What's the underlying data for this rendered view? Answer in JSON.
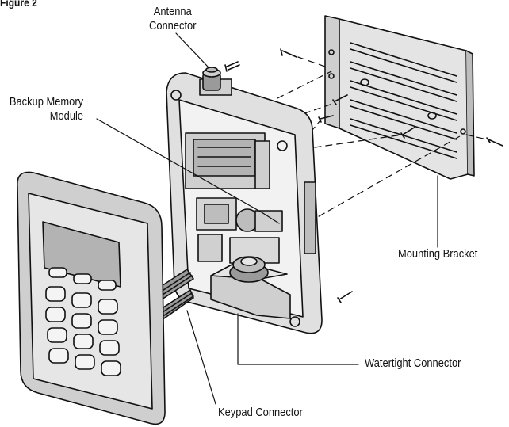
{
  "figure_label": "Figure 2",
  "labels": {
    "antenna_line1": "Antenna",
    "antenna_line2": "Connector",
    "backup_line1": "Backup Memory",
    "backup_line2": "Module",
    "mounting_bracket": "Mounting Bracket",
    "watertight_connector": "Watertight Connector",
    "keypad_connector": "Keypad Connector"
  },
  "colors": {
    "ink": "#111111",
    "fill_light": "#e6e6e6",
    "fill_mid": "#c9c9c9",
    "fill_dark": "#9a9a9a",
    "screen": "#b3b3b3"
  }
}
